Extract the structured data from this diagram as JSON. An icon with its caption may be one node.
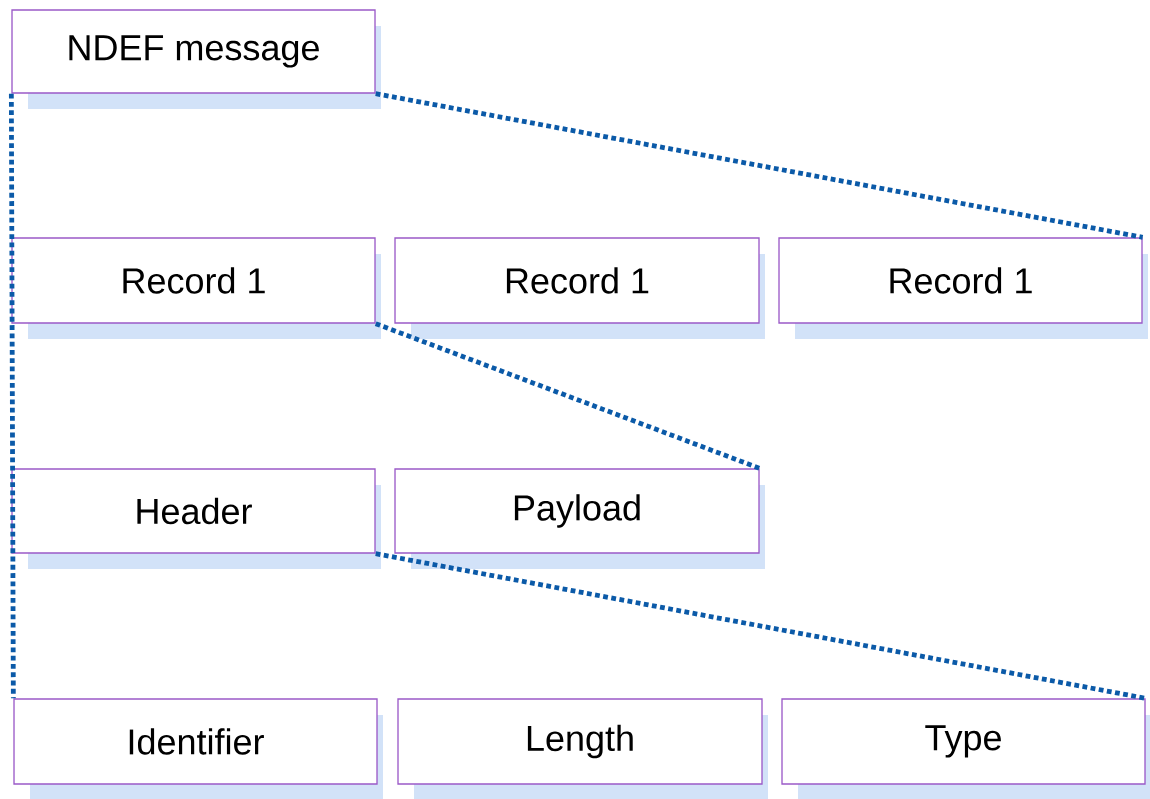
{
  "diagram": {
    "nodes": [
      {
        "text": [
          "NDEF message"
        ]
      },
      {
        "text": [
          "Record 1"
        ]
      },
      {
        "text": [
          "Record 1"
        ]
      },
      {
        "text": [
          "Record 1"
        ]
      },
      {
        "text": [
          "Header"
        ]
      },
      {
        "text": [
          "Payload"
        ]
      },
      {
        "text": [
          "Identifier"
        ]
      },
      {
        "text": [
          "Length"
        ]
      },
      {
        "text": [
          "Type"
        ]
      }
    ],
    "edges": [
      {
        "from": 0,
        "to": 6,
        "arrow": "none",
        "style": "dashed"
      },
      {
        "from": 0,
        "to": 3,
        "arrow": "none",
        "style": "dashed"
      },
      {
        "from": 1,
        "to": 5,
        "arrow": "none",
        "style": "dashed"
      },
      {
        "from": 4,
        "to": 8,
        "arrow": "none",
        "style": "dashed"
      }
    ]
  }
}
